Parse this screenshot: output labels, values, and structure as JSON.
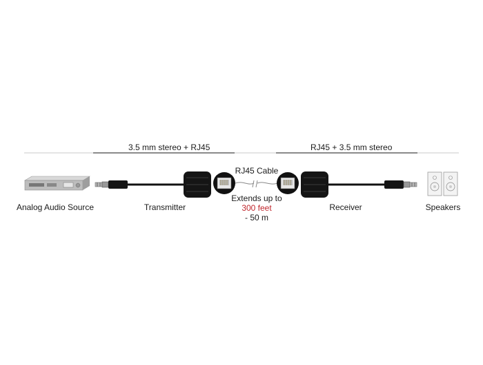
{
  "sections": {
    "left_header": "3.5 mm stereo + RJ45",
    "right_header": "RJ45 + 3.5 mm stereo"
  },
  "labels": {
    "source": "Analog Audio Source",
    "transmitter": "Transmitter",
    "receiver": "Receiver",
    "speakers": "Speakers"
  },
  "cable": {
    "title": "RJ45 Cable",
    "extends_prefix": "Extends up to",
    "distance_feet": "300 feet",
    "distance_m": "- 50 m"
  },
  "colors": {
    "highlight": "#c0262c",
    "cable": "#111111",
    "rule": "#444444"
  },
  "icons": [
    "audio-source-device",
    "jack-plug-3-5mm",
    "ferrite-core",
    "rj45-port",
    "speakers"
  ]
}
